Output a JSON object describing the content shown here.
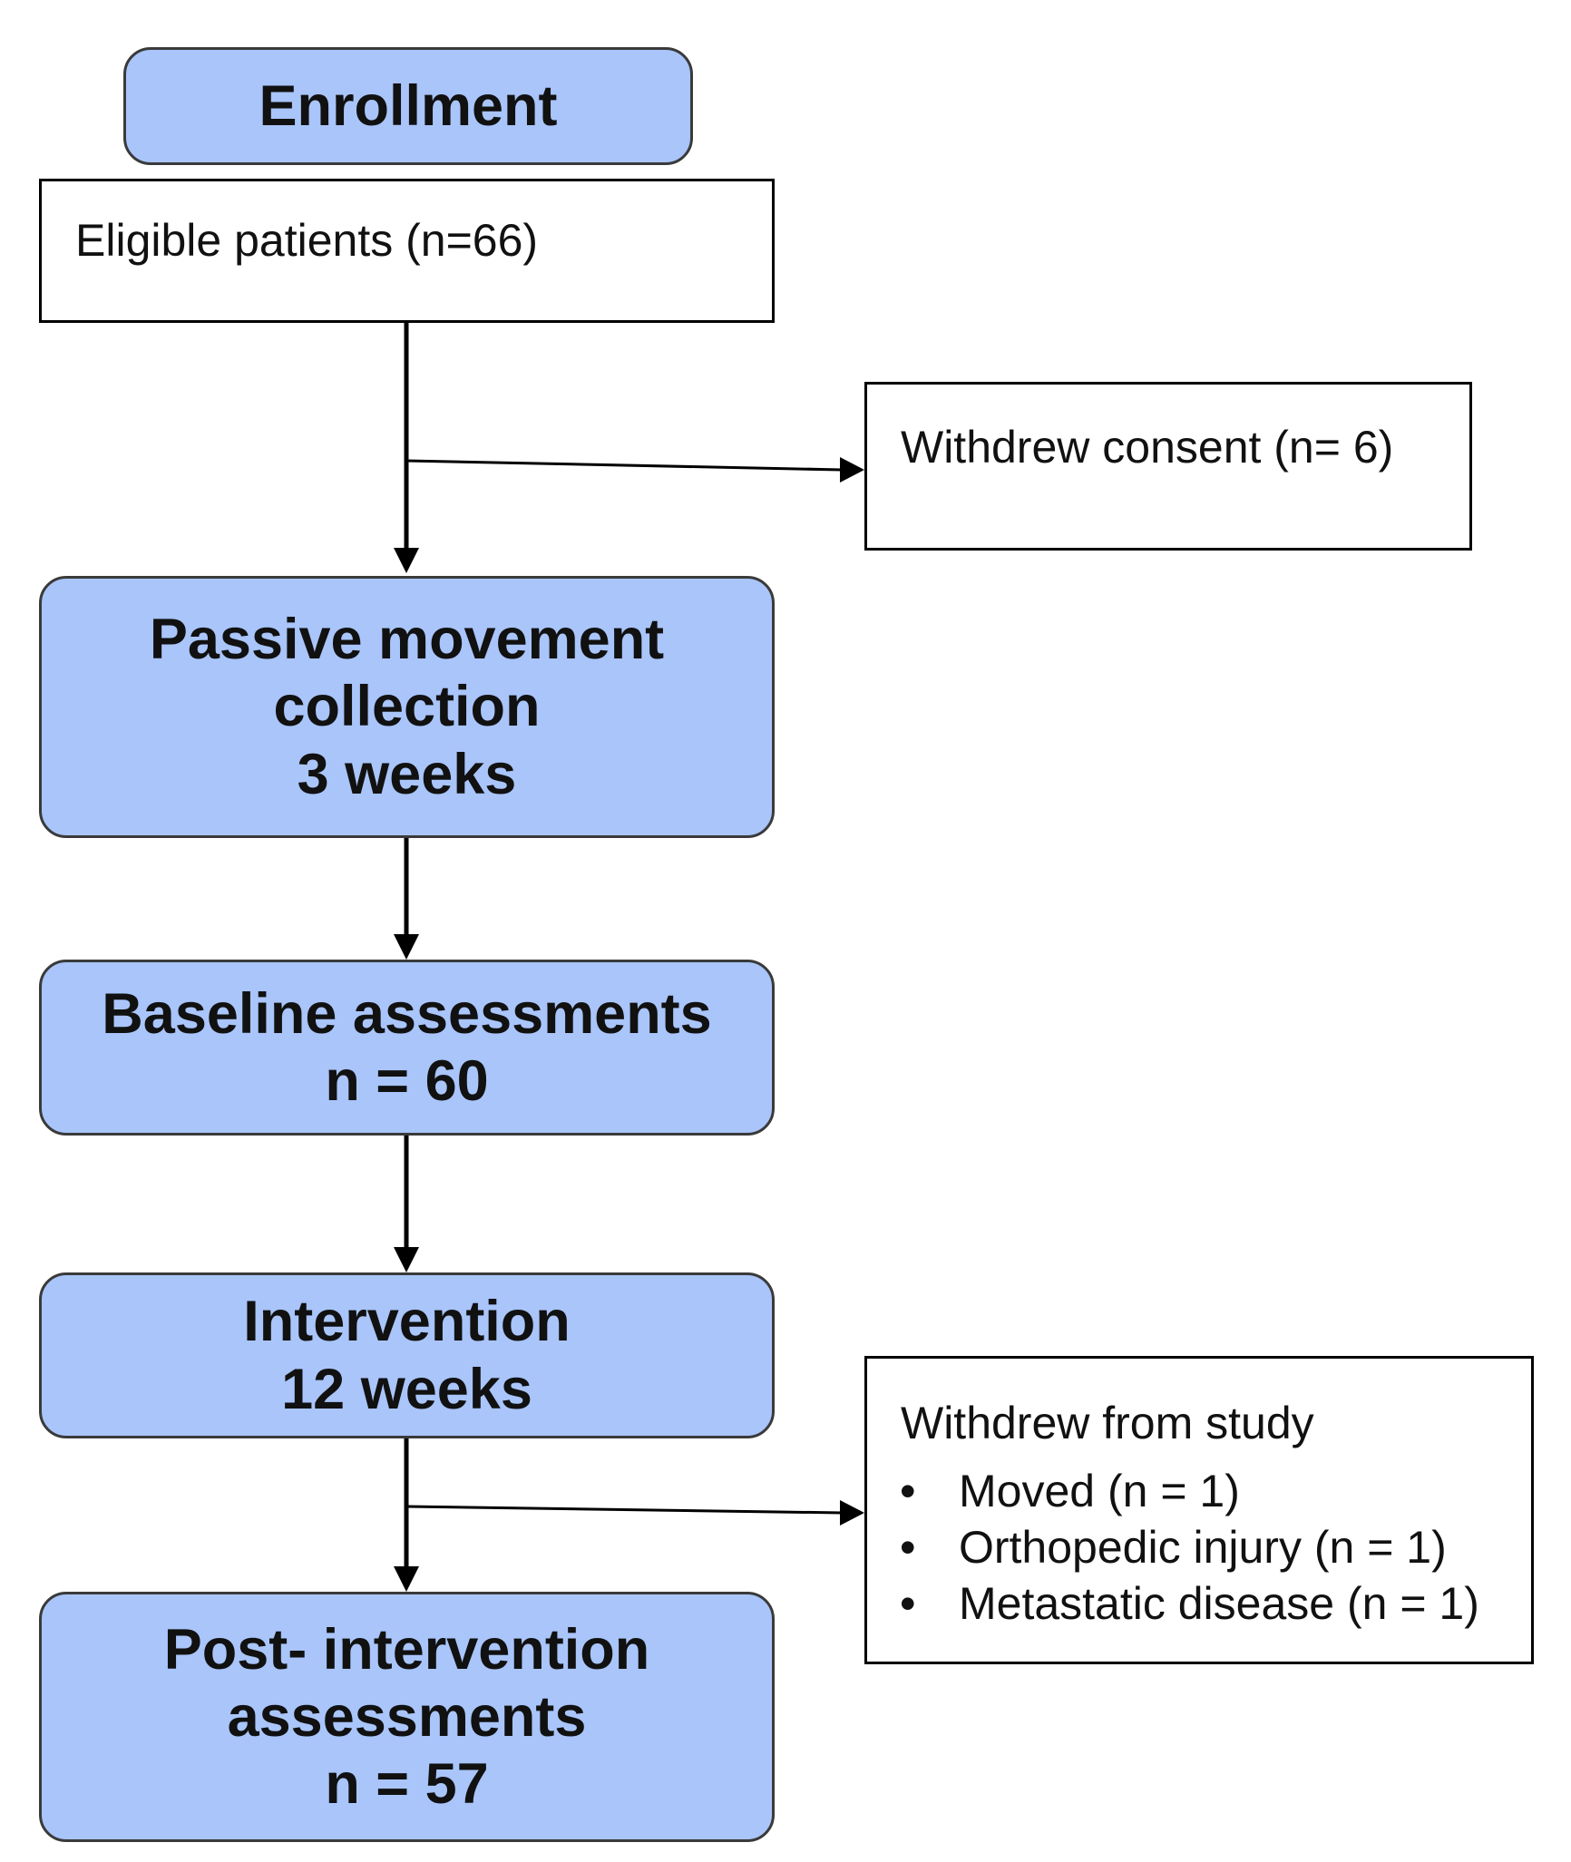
{
  "nodes": {
    "enrollment": {
      "label": "Enrollment"
    },
    "eligible": {
      "label": "Eligible patients (n=66)"
    },
    "withdrew_consent": {
      "label": "Withdrew consent (n= 6)"
    },
    "passive_movement": {
      "line1": "Passive movement",
      "line2": "collection",
      "line3": "3 weeks"
    },
    "baseline": {
      "line1": "Baseline assessments",
      "line2": "n = 60"
    },
    "intervention": {
      "line1": "Intervention",
      "line2": "12 weeks"
    },
    "withdrew_study": {
      "title": "Withdrew from study",
      "items": [
        "Moved  (n = 1)",
        "Orthopedic injury (n = 1)",
        "Metastatic disease (n = 1)"
      ]
    },
    "post_intervention": {
      "line1": "Post- intervention",
      "line2": "assessments",
      "line3": "n = 57"
    }
  },
  "colors": {
    "box_fill": "#a9c5fa",
    "border": "#3a3a3a",
    "arrow": "#000000"
  }
}
